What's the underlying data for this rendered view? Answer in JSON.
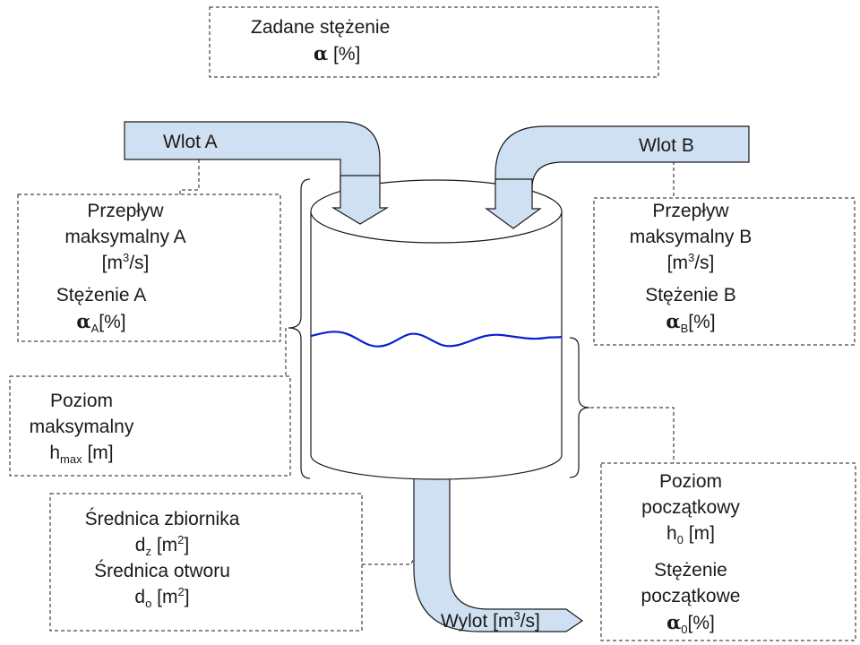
{
  "target": {
    "title": "Zadane stężenie",
    "symbol": "α",
    "unit": "[%]"
  },
  "inlet_a": {
    "arrow_label": "Wlot A",
    "flow_line1": "Przepływ",
    "flow_line2": "maksymalny A",
    "flow_unit_pre": "[m",
    "flow_unit_sup": "3",
    "flow_unit_post": "/s]",
    "conc_title": "Stężenie A",
    "conc_symbol": "α",
    "conc_sub": "A",
    "conc_unit": "[%]"
  },
  "inlet_b": {
    "arrow_label": "Wlot B",
    "flow_line1": "Przepływ",
    "flow_line2": "maksymalny B",
    "flow_unit_pre": "[m",
    "flow_unit_sup": "3",
    "flow_unit_post": "/s]",
    "conc_title": "Stężenie B",
    "conc_symbol": "α",
    "conc_sub": "B",
    "conc_unit": "[%]"
  },
  "max_level": {
    "line1": "Poziom",
    "line2": "maksymalny",
    "symbol": "h",
    "sub": "max",
    "unit": "[m]"
  },
  "dimensions": {
    "tank_title": "Średnica zbiornika",
    "tank_symbol": "d",
    "tank_sub": "z",
    "tank_unit_pre": "[m",
    "tank_unit_sup": "2",
    "tank_unit_post": "]",
    "hole_title": "Średnica otworu",
    "hole_symbol": "d",
    "hole_sub": "o",
    "hole_unit_pre": "[m",
    "hole_unit_sup": "2",
    "hole_unit_post": "]"
  },
  "initial": {
    "level_line1": "Poziom",
    "level_line2": "początkowy",
    "level_symbol": "h",
    "level_sub": "0",
    "level_unit": "[m]",
    "conc_line1": "Stężenie",
    "conc_line2": "początkowe",
    "conc_symbol": "α",
    "conc_sub": "0",
    "conc_unit": "[%]"
  },
  "outlet": {
    "label_pre": "Wylot [m",
    "label_sup": "3",
    "label_post": "/s]"
  },
  "colors": {
    "pipe_fill": "#cfe0f2",
    "water_line": "#0b1fd0",
    "stroke": "#1a1a1a"
  }
}
